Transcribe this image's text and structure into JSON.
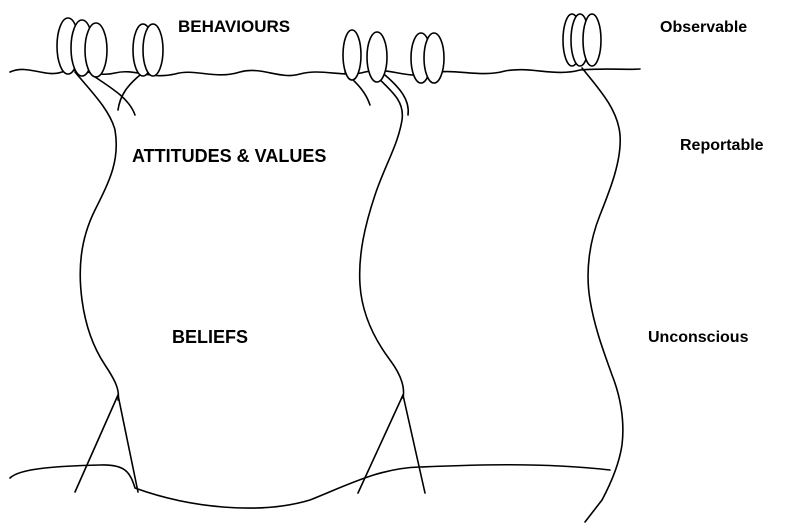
{
  "diagram": {
    "labels": {
      "behaviours": "BEHAVIOURS",
      "attitudes": "ATTITUDES & VALUES",
      "beliefs": "BELIEFS"
    },
    "levels": {
      "observable": "Observable",
      "reportable": "Reportable",
      "unconscious": "Unconscious"
    },
    "colors": {
      "stroke": "#000000",
      "background": "#ffffff"
    }
  }
}
